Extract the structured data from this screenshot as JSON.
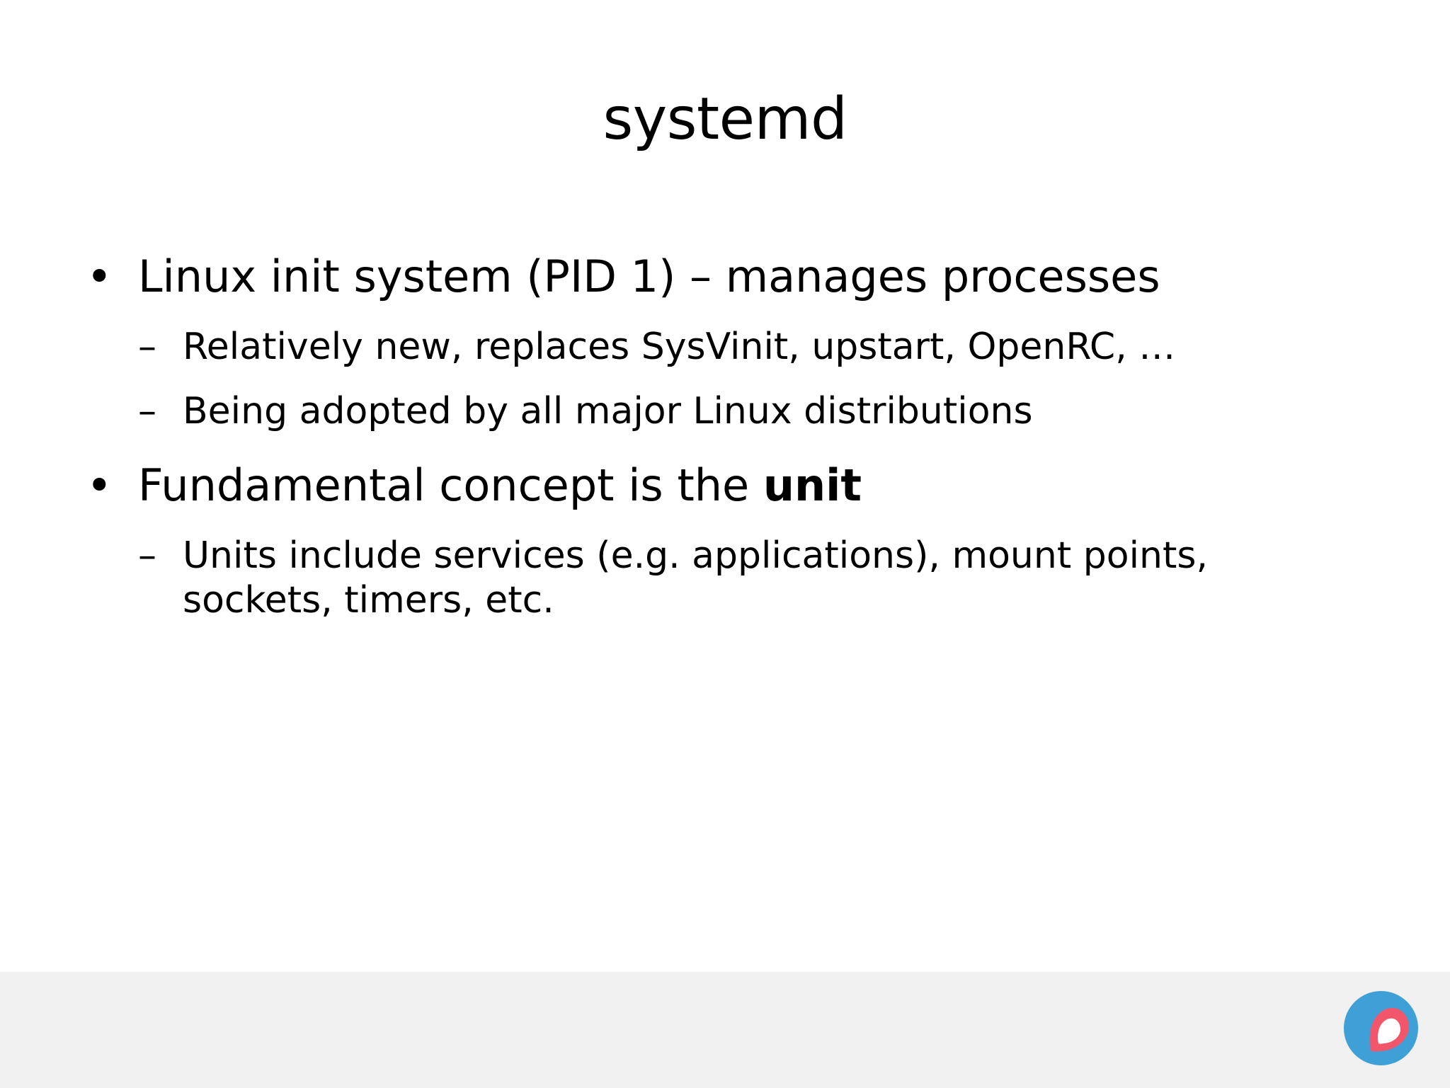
{
  "slide": {
    "title": "systemd",
    "background_color": "#ffffff",
    "text_color": "#000000",
    "footer_color": "#f1f1f1",
    "bullet_marker": "•",
    "dash_marker": "–",
    "content": [
      {
        "level": 1,
        "text": "Linux init system (PID 1) – manages processes"
      },
      {
        "level": 2,
        "text": "Relatively new, replaces SysVinit, upstart, OpenRC, …"
      },
      {
        "level": 2,
        "text": "Being adopted by all major Linux distributions"
      },
      {
        "level": 1,
        "text_before_bold": "Fundamental concept is the ",
        "bold_text": "unit",
        "text_after_bold": ""
      },
      {
        "level": 2,
        "text": "Units include services (e.g. applications), mount points, sockets, timers, etc."
      }
    ]
  },
  "logo": {
    "name": "brand-logo",
    "outer_color": "#3fa0d8",
    "middle_color": "#f2566a",
    "inner_color": "#ffffff"
  }
}
